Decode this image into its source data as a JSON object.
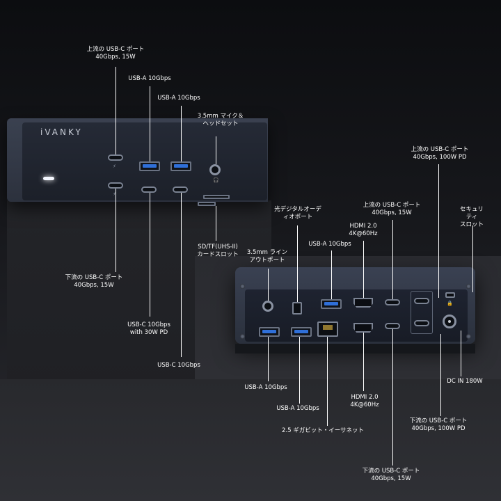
{
  "brand": "iVANKY",
  "labels": {
    "front_usbc_up": "上流の USB-C ポート\n40Gbps, 15W",
    "front_usba_1": "USB-A 10Gbps",
    "front_usba_2": "USB-A 10Gbps",
    "front_audio": "3.5mm マイク＆\nヘッドセット",
    "front_sd": "SD/TF(UHS-II)\nカードスロット",
    "front_usbc_down": "下流の USB-C ポート\n40Gbps, 15W",
    "front_usbc_pd": "USB-C 10Gbps\nwith 30W PD",
    "front_usbc_10": "USB-C 10Gbps",
    "rear_optical": "光デジタルオーデ\nィオポート",
    "rear_line": "3.5mm ライン\nアウトポート",
    "rear_usba_top": "USB-A 10Gbps",
    "rear_hdmi_top": "HDMI 2.0\n4K@60Hz",
    "rear_usbc_up": "上流の USB-C ポート\n40Gbps, 15W",
    "rear_usbc_pd_up": "上流の USB-C ポート\n40Gbps, 100W PD",
    "rear_lock": "セキュリティ\nスロット",
    "rear_usba_1": "USB-A 10Gbps",
    "rear_usba_2": "USB-A 10Gbps",
    "rear_ethernet": "2.5 ギガビット・イーサネット",
    "rear_hdmi_bottom": "HDMI 2.0\n4K@60Hz",
    "rear_usbc_down": "下流の USB-C ポート\n40Gbps, 15W",
    "rear_usbc_pd_down": "下流の USB-C ポート\n40Gbps, 100W PD",
    "rear_dcin": "DC IN 180W"
  },
  "colors": {
    "accent_usb_blue": "#2f6fd8",
    "text": "#ffffff"
  }
}
